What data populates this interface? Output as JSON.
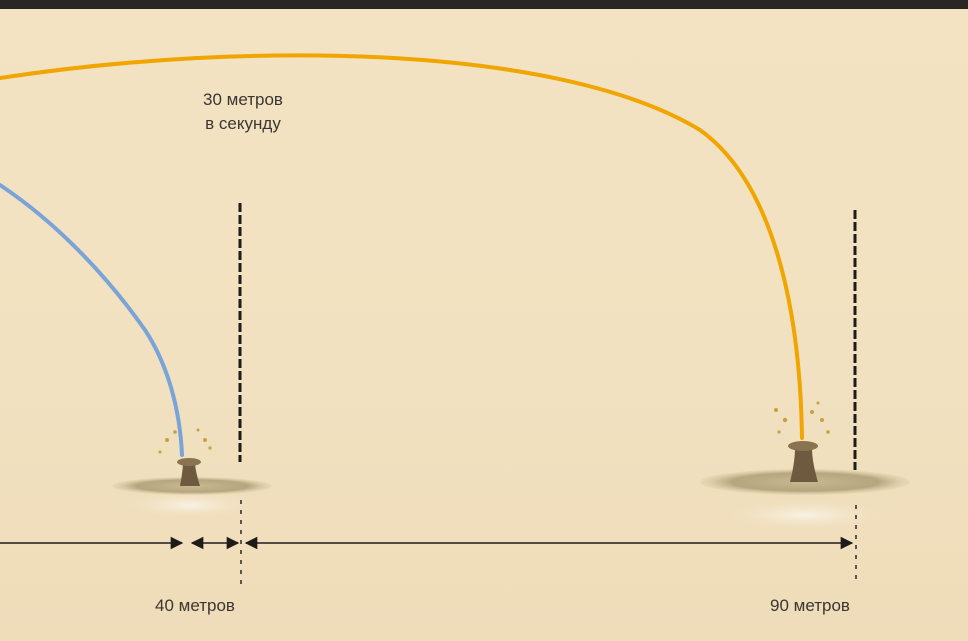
{
  "labels": {
    "speed_line1": "30 метров",
    "speed_line2": "в секунду",
    "distance_1": "40 метров",
    "distance_2": "90 метров"
  },
  "colors": {
    "blue_trajectory": "#7aa3d8",
    "orange_trajectory": "#f0a500",
    "background": "#f3e3c2",
    "top_bar": "#2a2623"
  }
}
